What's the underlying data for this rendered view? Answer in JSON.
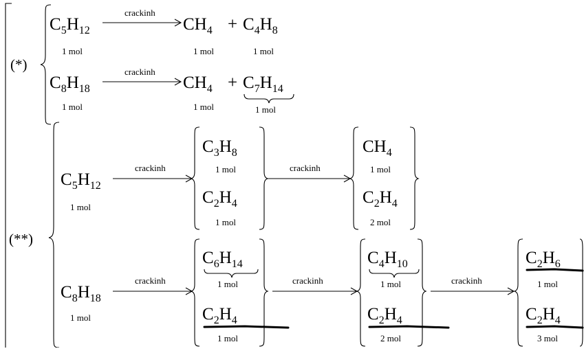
{
  "labels": {
    "case1": "(*)",
    "case2": "(**)"
  },
  "arrow_label": "crackinh",
  "plus": "+",
  "case1": {
    "r1": {
      "reactant": {
        "el1": "C",
        "n1": "5",
        "el2": "H",
        "n2": "12",
        "mol": "1 mol"
      },
      "p1": {
        "el1": "CH",
        "n1": "4",
        "mol": "1 mol"
      },
      "p2": {
        "el1": "C",
        "n1": "4",
        "el2": "H",
        "n2": "8",
        "mol": "1 mol"
      }
    },
    "r2": {
      "reactant": {
        "el1": "C",
        "n1": "8",
        "el2": "H",
        "n2": "18",
        "mol": "1 mol"
      },
      "p1": {
        "el1": "CH",
        "n1": "4",
        "mol": "1 mol"
      },
      "p2": {
        "el1": "C",
        "n1": "7",
        "el2": "H",
        "n2": "14",
        "mol": "1 mol"
      }
    }
  },
  "case2": {
    "r1": {
      "reactant": {
        "el1": "C",
        "n1": "5",
        "el2": "H",
        "n2": "12",
        "mol": "1 mol"
      },
      "s1": {
        "a": {
          "el1": "C",
          "n1": "3",
          "el2": "H",
          "n2": "8",
          "mol": "1 mol"
        },
        "b": {
          "el1": "C",
          "n1": "2",
          "el2": "H",
          "n2": "4",
          "mol": "1 mol"
        }
      },
      "s2": {
        "a": {
          "el1": "CH",
          "n1": "4",
          "mol": "1 mol"
        },
        "b": {
          "el1": "C",
          "n1": "2",
          "el2": "H",
          "n2": "4",
          "mol": "2 mol"
        }
      }
    },
    "r2": {
      "reactant": {
        "el1": "C",
        "n1": "8",
        "el2": "H",
        "n2": "18",
        "mol": "1 mol"
      },
      "s1": {
        "a": {
          "el1": "C",
          "n1": "6",
          "el2": "H",
          "n2": "14",
          "mol": "1 mol"
        },
        "b": {
          "el1": "C",
          "n1": "2",
          "el2": "H",
          "n2": "4",
          "mol": "1 mol"
        }
      },
      "s2": {
        "a": {
          "el1": "C",
          "n1": "4",
          "el2": "H",
          "n2": "10",
          "mol": "1 mol"
        },
        "b": {
          "el1": "C",
          "n1": "2",
          "el2": "H",
          "n2": "4",
          "mol": "2 mol"
        }
      },
      "s3": {
        "a": {
          "el1": "C",
          "n1": "2",
          "el2": "H",
          "n2": "6",
          "mol": "1 mol"
        },
        "b": {
          "el1": "C",
          "n1": "2",
          "el2": "H",
          "n2": "4",
          "mol": "3 mol"
        }
      }
    }
  }
}
